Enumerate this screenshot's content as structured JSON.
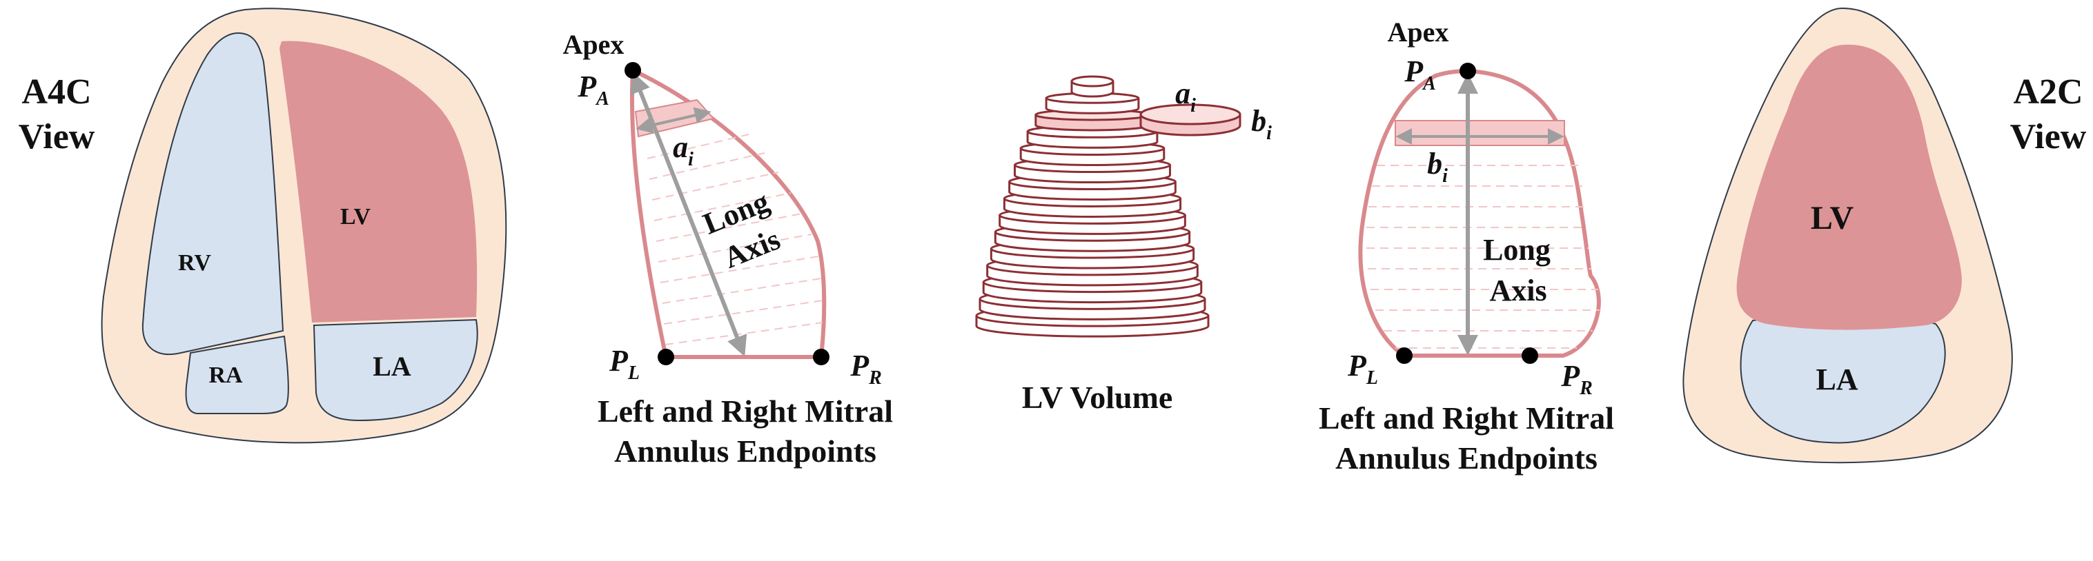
{
  "left_view": {
    "title_line1": "A4C",
    "title_line2": "View",
    "chambers": {
      "rv": "RV",
      "lv": "LV",
      "ra": "RA",
      "la": "LA"
    }
  },
  "left_trace": {
    "apex": "Apex",
    "pa_main": "P",
    "pa_sub": "A",
    "ai_main": "a",
    "ai_sub": "i",
    "axis_line1": "Long",
    "axis_line2": "Axis",
    "pl_main": "P",
    "pl_sub": "L",
    "pr_main": "P",
    "pr_sub": "R",
    "caption_line1": "Left and Right Mitral",
    "caption_line2": "Annulus Endpoints"
  },
  "volume": {
    "caption": "LV Volume",
    "ai_main": "a",
    "ai_sub": "i",
    "bi_main": "b",
    "bi_sub": "i"
  },
  "right_trace": {
    "apex": "Apex",
    "pa_main": "P",
    "pa_sub": "A",
    "bi_main": "b",
    "bi_sub": "i",
    "axis_line1": "Long",
    "axis_line2": "Axis",
    "pl_main": "P",
    "pl_sub": "L",
    "pr_main": "P",
    "pr_sub": "R",
    "caption_line1": "Left and Right Mitral",
    "caption_line2": "Annulus Endpoints"
  },
  "right_view": {
    "title_line1": "A2C",
    "title_line2": "View",
    "chambers": {
      "lv": "LV",
      "la": "LA"
    }
  },
  "colors": {
    "outer_shell": "#fbe6d4",
    "lv_fill": "#dd9496",
    "chamber_blue": "#d6e2ef",
    "trace_stroke": "#d9898d",
    "slice_fill": "#f5c9c9",
    "disk_stroke": "#8c2f34",
    "axis_gray": "#9e9e9e"
  }
}
